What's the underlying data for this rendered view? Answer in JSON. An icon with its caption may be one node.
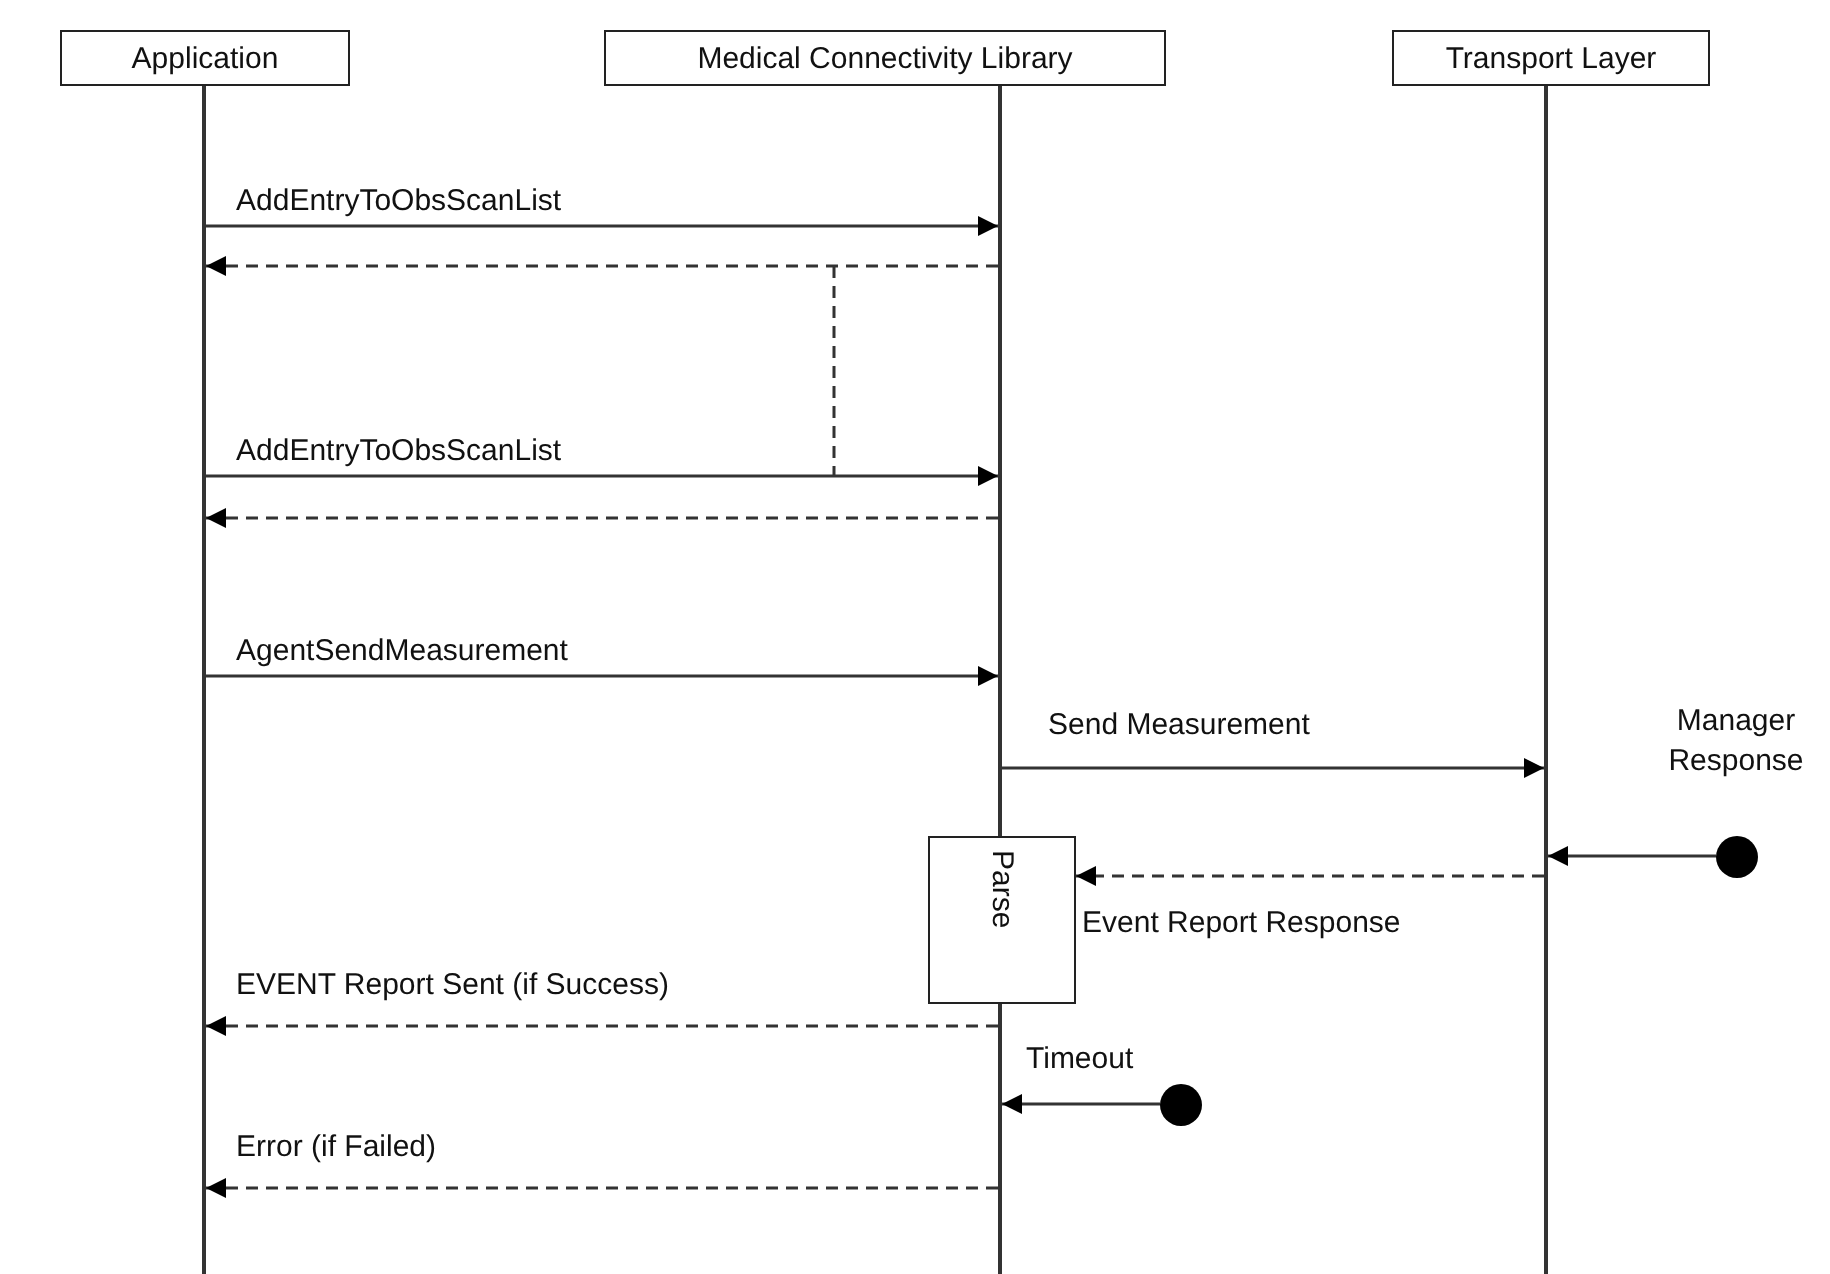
{
  "diagram": {
    "nodes": [
      {
        "text": [
          "Application"
        ]
      },
      {
        "text": [
          "Medical Connectivity Library"
        ]
      },
      {
        "text": [
          "Transport Layer"
        ]
      },
      {
        "text": [],
        "shape": "bar"
      },
      {
        "text": [],
        "shape": "bar"
      },
      {
        "text": [],
        "shape": "bar"
      },
      {
        "text": [
          "Parse"
        ]
      },
      {
        "text": [],
        "shape": "circle",
        "beside": [
          "Manager Response"
        ]
      },
      {
        "text": [],
        "shape": "circle"
      }
    ],
    "edges": [
      {
        "from": 3,
        "to": 4,
        "arrow": "to",
        "label": "AddEntryToObsScanList"
      },
      {
        "from": 4,
        "to": 3,
        "arrow": "to",
        "style": "dashed"
      },
      {
        "from": 3,
        "to": 4,
        "arrow": "to",
        "label": "AddEntryToObsScanList"
      },
      {
        "from": 4,
        "to": 3,
        "arrow": "to",
        "style": "dashed"
      },
      {
        "from": 3,
        "to": 4,
        "arrow": "to",
        "label": "AgentSendMeasurement"
      },
      {
        "from": 4,
        "to": 5,
        "arrow": "to",
        "label": "Send Measurement"
      },
      {
        "from": 7,
        "to": 5,
        "arrow": "to"
      },
      {
        "from": 5,
        "to": 6,
        "arrow": "to",
        "style": "dashed",
        "label": "Event Report Response"
      },
      {
        "from": 4,
        "to": 3,
        "arrow": "to",
        "style": "dashed",
        "label": "EVENT Report Sent (if Success)"
      },
      {
        "from": 8,
        "to": 4,
        "arrow": "to",
        "label": "Timeout"
      },
      {
        "from": 4,
        "to": 3,
        "arrow": "to",
        "style": "dashed",
        "label": "Error (if Failed)"
      }
    ]
  }
}
